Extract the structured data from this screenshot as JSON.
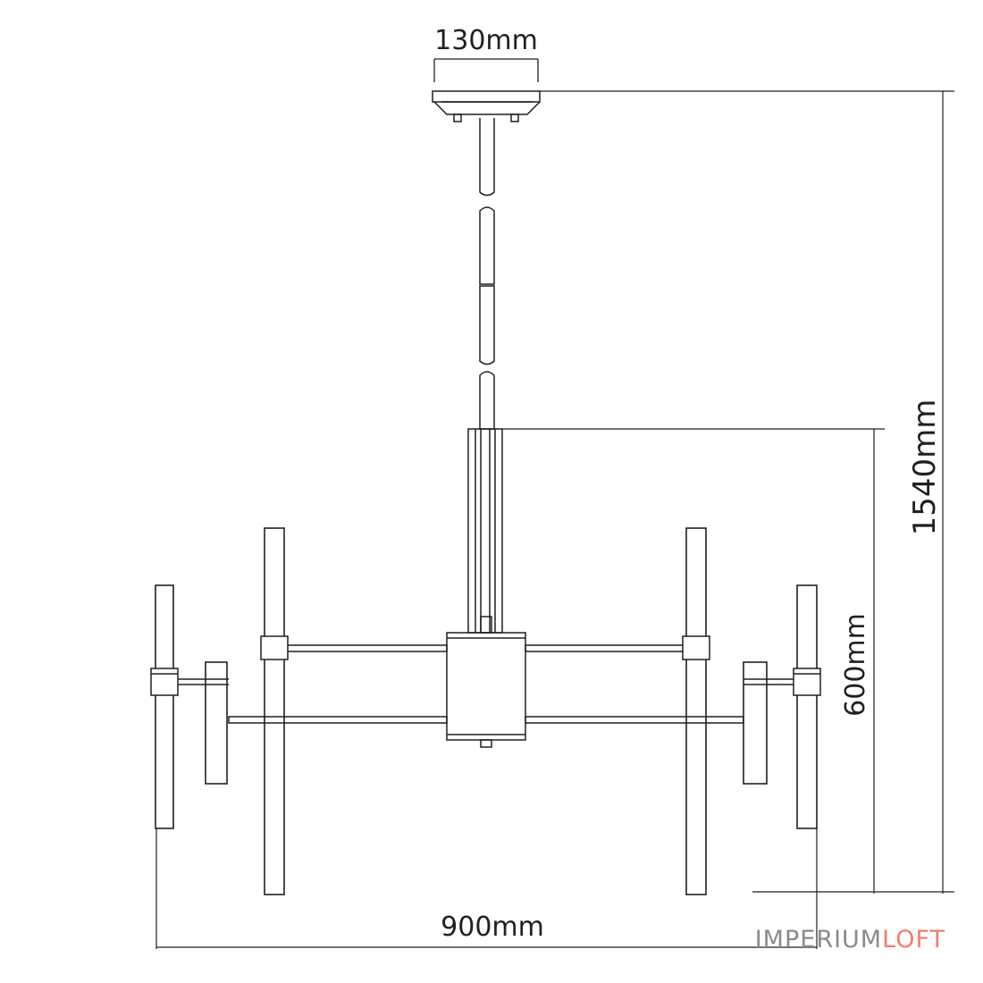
{
  "dimensions": {
    "canopy_width": "130mm",
    "total_height": "1540mm",
    "body_height": "600mm",
    "total_width": "900mm"
  },
  "brand": {
    "part1": "IMPERIUM",
    "part2": "LOFT",
    "color_primary": "#8a8a8a",
    "color_accent": "#f07e6e"
  },
  "line_color": "#231f20"
}
